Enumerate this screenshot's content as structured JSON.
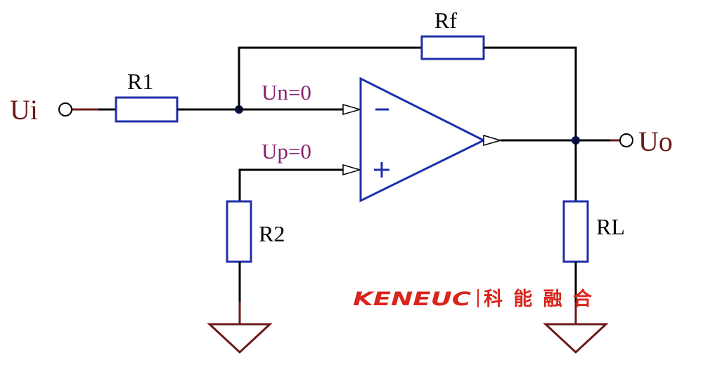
{
  "labels": {
    "input": "Ui",
    "output": "Uo",
    "r1": "R1",
    "rf": "Rf",
    "r2": "R2",
    "rl": "RL",
    "un": "Un=0",
    "up": "Up=0",
    "minus_sign": "−",
    "plus_sign": "+"
  },
  "logo": {
    "brand": "KENEUC",
    "chinese": "科能融合"
  },
  "colors": {
    "wire": "#000000",
    "component": "#1f2fa8",
    "lead": "#6b1a1a",
    "node": "#0b1250",
    "annotation": "#8a1f6f",
    "logo": "#d8251d"
  }
}
